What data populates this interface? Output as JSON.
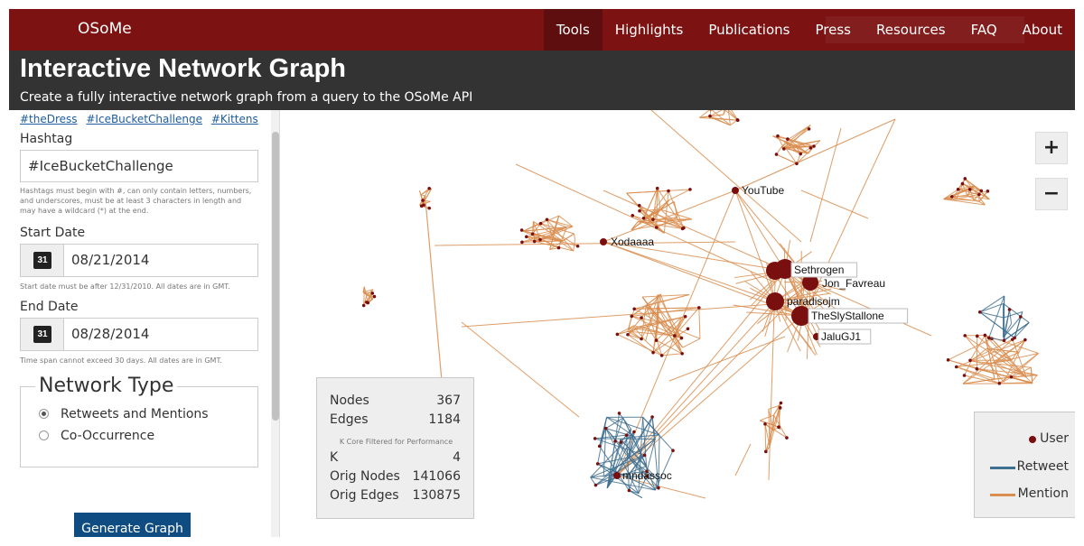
{
  "nav": {
    "brand": "OSoMe",
    "items": [
      {
        "label": "Tools",
        "active": true
      },
      {
        "label": "Highlights",
        "active": false
      },
      {
        "label": "Publications",
        "active": false
      },
      {
        "label": "Press",
        "active": false
      },
      {
        "label": "Resources",
        "active": false
      },
      {
        "label": "FAQ",
        "active": false
      },
      {
        "label": "About",
        "active": false
      }
    ]
  },
  "header": {
    "title": "Interactive Network Graph",
    "subtitle": "Create a fully interactive network graph from a query to the OSoMe API"
  },
  "form": {
    "examples": [
      "#theDress",
      "#IceBucketChallenge",
      "#Kittens"
    ],
    "hashtag_label": "Hashtag",
    "hashtag_value": "#IceBucketChallenge",
    "hashtag_help": "Hashtags must begin with #, can only contain letters, numbers, and underscores, must be at least 3 characters in length and may have a wildcard (*) at the end.",
    "start_label": "Start Date",
    "start_value": "08/21/2014",
    "start_help": "Start date must be after 12/31/2010. All dates are in GMT.",
    "end_label": "End Date",
    "end_value": "08/28/2014",
    "end_help": "Time span cannot exceed 30 days. All dates are in GMT.",
    "calendar_icon_text": "31",
    "network_type_title": "Network Type",
    "network_types": [
      {
        "label": "Retweets and Mentions",
        "selected": true
      },
      {
        "label": "Co-Occurrence",
        "selected": false
      }
    ],
    "generate_label": "Generate Graph"
  },
  "graph": {
    "zoom_in": "+",
    "zoom_out": "−",
    "node_labels": [
      "YouTube",
      "Xodaaaa",
      "Sethrogen",
      "Jon_Favreau",
      "paradisojm",
      "TheSlyStallone",
      "JaluGJ1",
      "mndassoc"
    ],
    "stats": {
      "nodes_label": "Nodes",
      "nodes": "367",
      "edges_label": "Edges",
      "edges": "1184",
      "kcore_note": "K Core Filtered for Performance",
      "k_label": "K",
      "k": "4",
      "orig_nodes_label": "Orig Nodes",
      "orig_nodes": "141066",
      "orig_edges_label": "Orig Edges",
      "orig_edges": "130875"
    },
    "legend": {
      "user": "User",
      "retweet": "Retweet",
      "mention": "Mention"
    },
    "colors": {
      "mention": "#d98d4f",
      "retweet": "#3f6f8f",
      "user": "#7a0f0f",
      "nav": "#7d1212",
      "header": "#333333",
      "button": "#0f4c81"
    }
  }
}
